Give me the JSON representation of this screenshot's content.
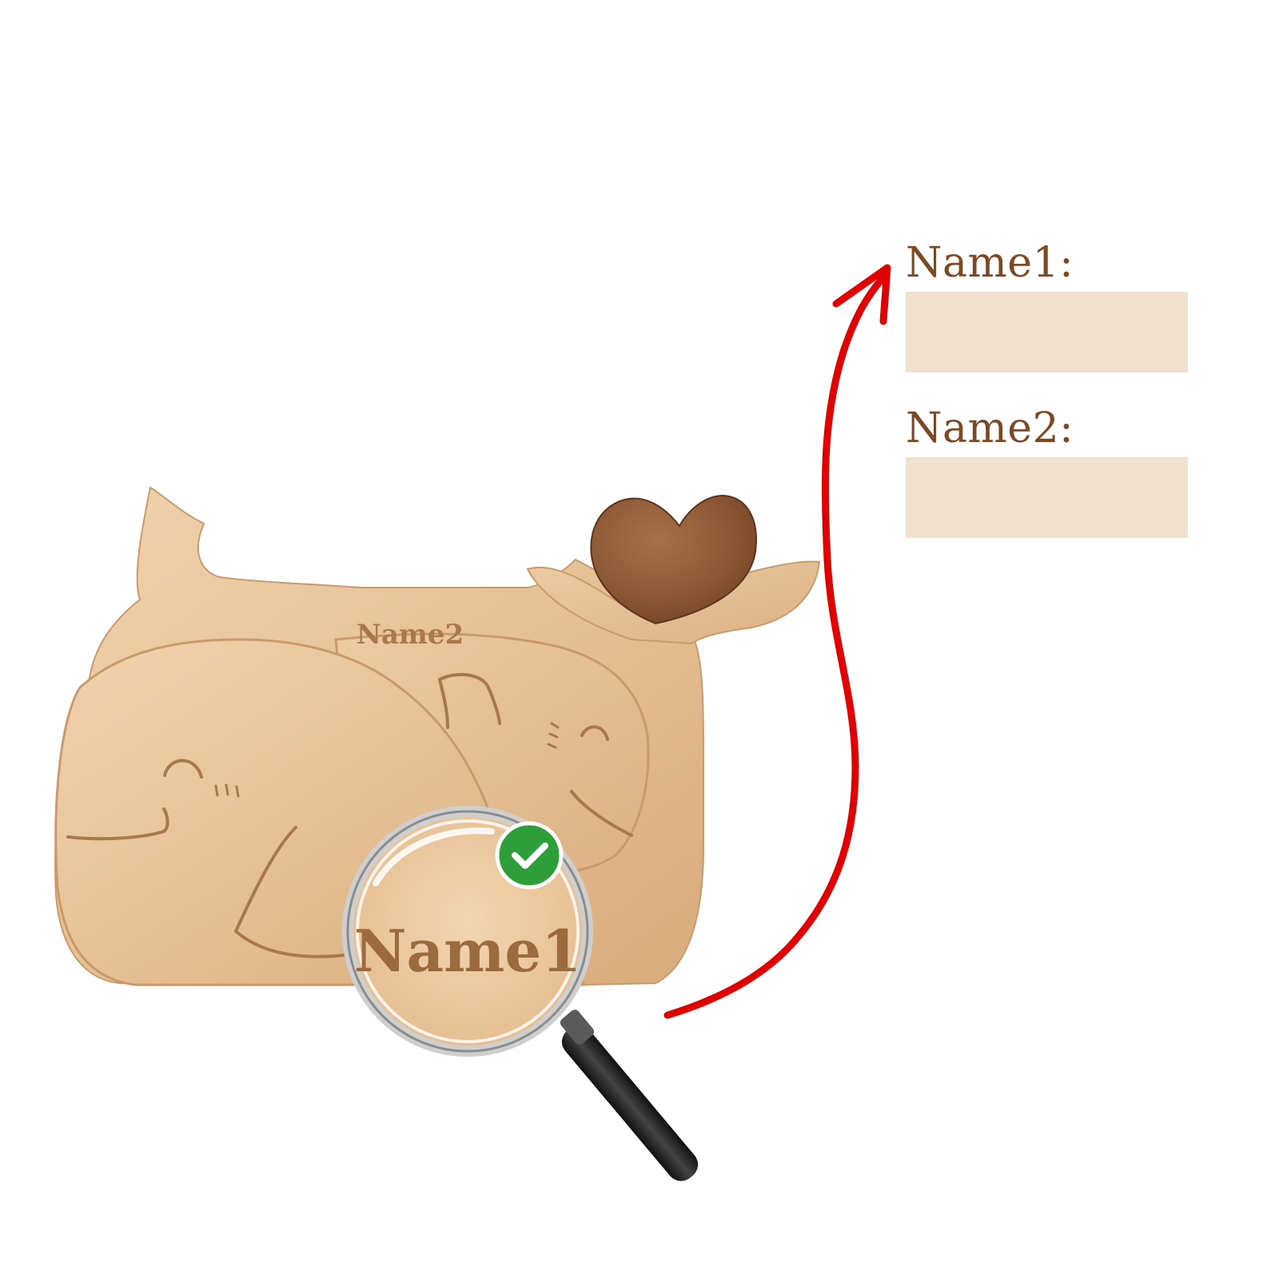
{
  "product": {
    "name2_engraving": "Name2",
    "name1_engraving": "Name1"
  },
  "form": {
    "fields": [
      {
        "label": "Name1:",
        "value": ""
      },
      {
        "label": "Name2:",
        "value": ""
      }
    ]
  },
  "colors": {
    "arrow": "#e00000",
    "label_text": "#7b4a24",
    "input_fill": "#efe0cf",
    "light_wood": "#e8c49a",
    "dark_wood_heart": "#8a5a36",
    "check_badge": "#2e9e3a"
  },
  "icons": {
    "check": "check-icon",
    "magnifier": "magnifying-glass-icon",
    "heart": "heart-icon",
    "arrow": "red-arrow-icon"
  }
}
